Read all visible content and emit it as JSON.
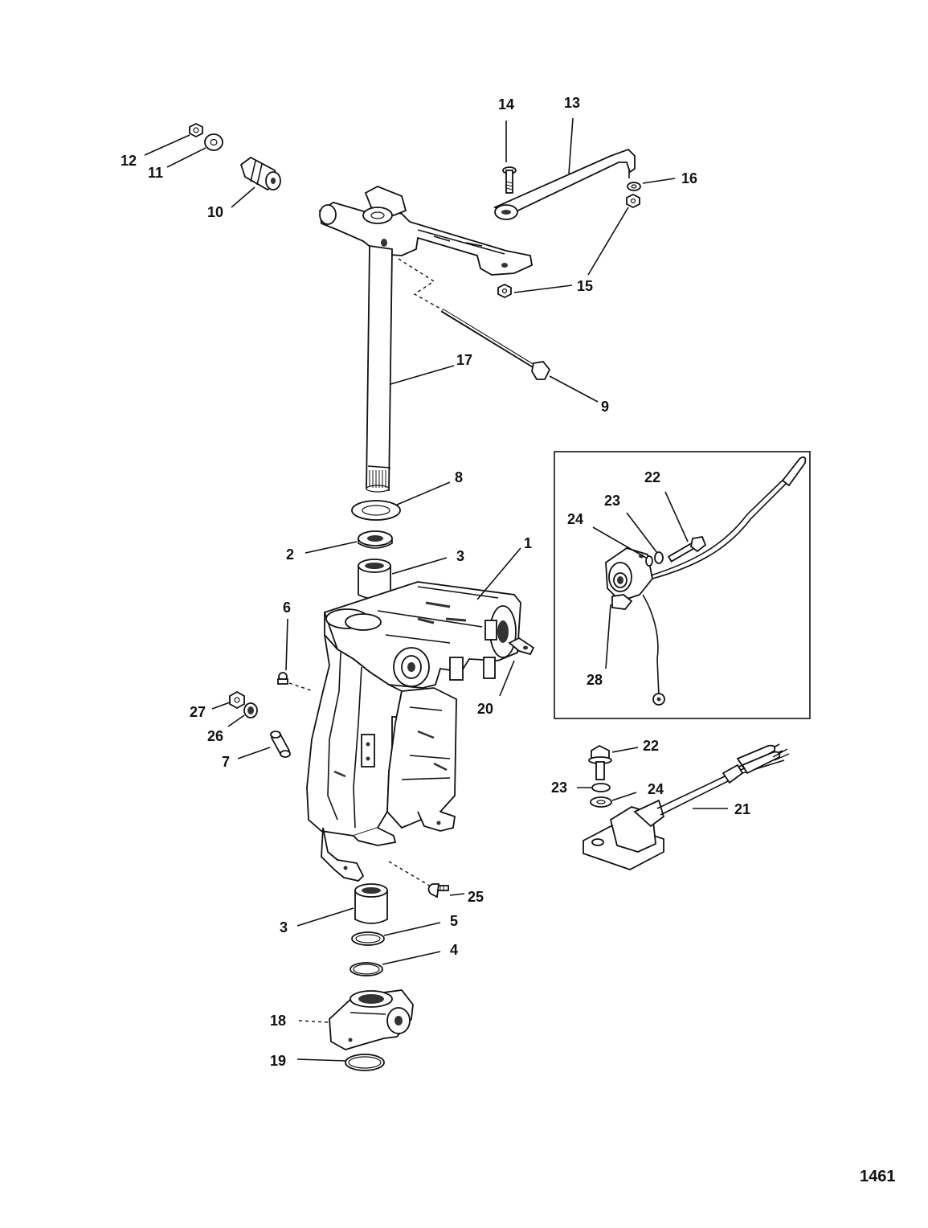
{
  "callouts": {
    "p1": "1",
    "p2": "2",
    "p3a": "3",
    "p3b": "3",
    "p4": "4",
    "p5": "5",
    "p6": "6",
    "p7": "7",
    "p8": "8",
    "p9": "9",
    "p10": "10",
    "p11": "11",
    "p12": "12",
    "p13": "13",
    "p14": "14",
    "p15": "15",
    "p16": "16",
    "p17": "17",
    "p18": "18",
    "p19": "19",
    "p20": "20",
    "p21": "21",
    "p22a": "22",
    "p22b": "22",
    "p23a": "23",
    "p23b": "23",
    "p24a": "24",
    "p24b": "24",
    "p25": "25",
    "p26": "26",
    "p27": "27",
    "p28": "28"
  },
  "page_number": "1461"
}
